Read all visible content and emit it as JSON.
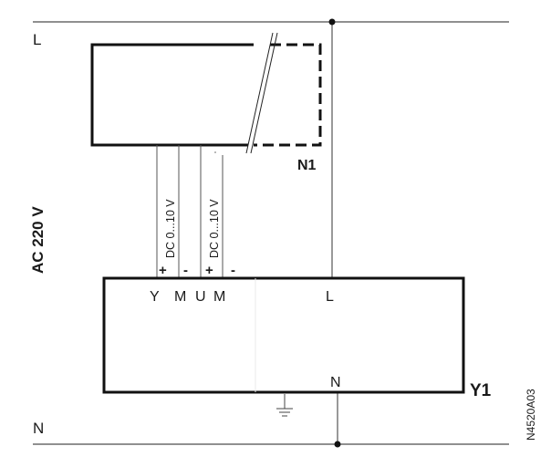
{
  "rails": {
    "top": "L",
    "bottom": "N"
  },
  "supply": "AC 220 V",
  "controller": {
    "label": "N1"
  },
  "actuator": {
    "label": "Y1",
    "terminals": {
      "y": "Y",
      "m1": "M",
      "u": "U",
      "m2": "M",
      "l": "L",
      "n": "N"
    }
  },
  "signals": {
    "y": {
      "range": "DC 0...10 V",
      "pos": "+",
      "neg": "-"
    },
    "u": {
      "range": "DC 0...10 V",
      "pos": "+",
      "neg": "-"
    }
  },
  "drawing_id": "N4520A03"
}
